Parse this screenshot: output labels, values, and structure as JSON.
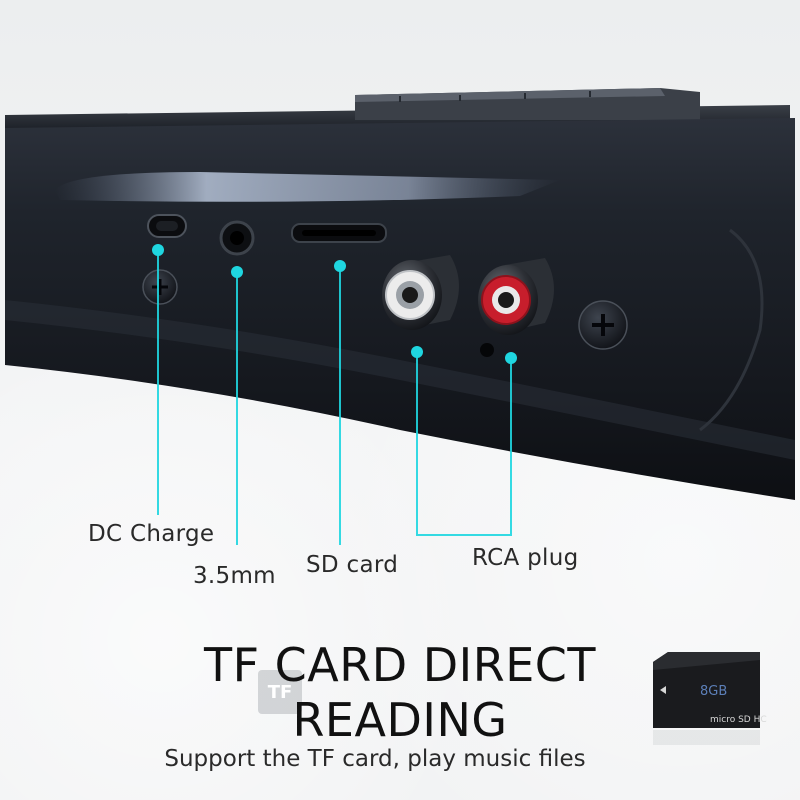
{
  "labels": {
    "dc_charge": "DC Charge",
    "jack_3_5mm": "3.5mm",
    "sd_card": "SD card",
    "rca_plug": "RCA plug"
  },
  "headline": {
    "line1": "TF CARD DIRECT",
    "line2": "READING"
  },
  "subline": "Support the TF card, play music files",
  "tf_badge": "TF",
  "microsd_card": {
    "capacity": "8GB",
    "brand_text": "micro SD HC"
  },
  "colors": {
    "callout": "#1fd6e0",
    "device_body": "#1a1d24",
    "rca_left_ring": "#f0f0f0",
    "rca_right_ring": "#c81e2c"
  }
}
